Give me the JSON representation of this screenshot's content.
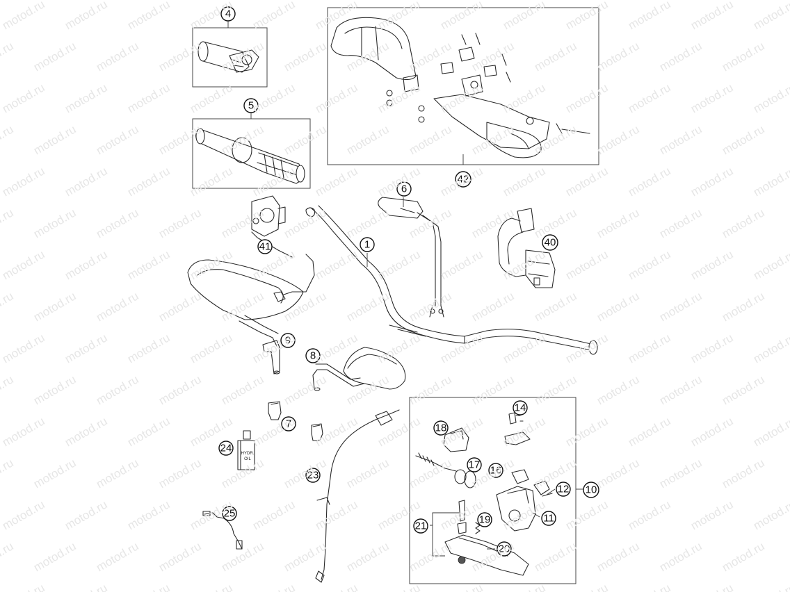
{
  "watermark_text": "motod.ru",
  "callouts": {
    "c4": "4",
    "c5": "5",
    "c42": "42",
    "c6": "6",
    "c1": "1",
    "c41": "41",
    "c40": "40",
    "c9": "9",
    "c8": "8",
    "c7": "7",
    "c24": "24",
    "c23": "23",
    "c25": "25",
    "c14": "14",
    "c18": "18",
    "c17": "17",
    "c16": "16",
    "c12": "12",
    "c10": "10",
    "c11": "11",
    "c21": "21",
    "c19": "19",
    "c20": "20"
  },
  "oil_bottle_label": [
    "HYDR.",
    "OIL"
  ]
}
